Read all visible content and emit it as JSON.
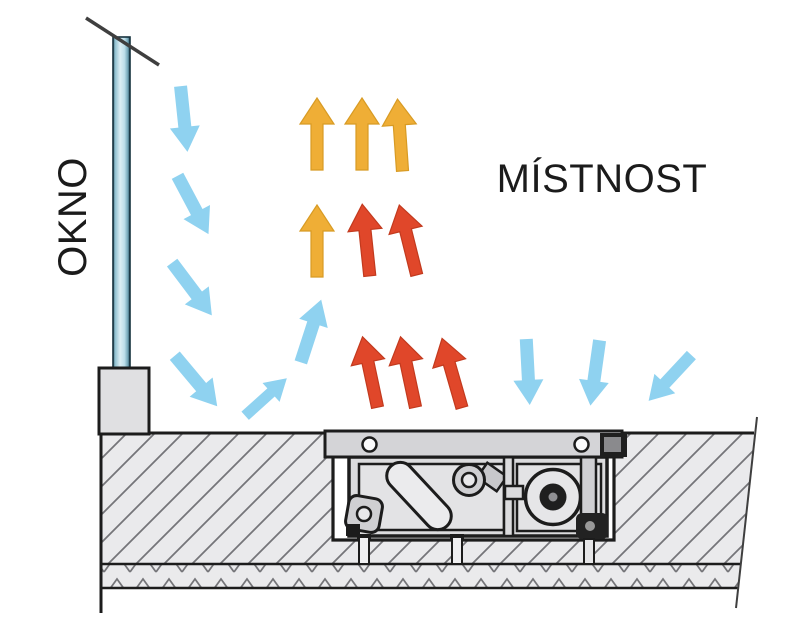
{
  "labels": {
    "window": "OKNO",
    "room": "MÍSTNOST"
  },
  "colors": {
    "background": "#FFFFFF",
    "cold_air": "#8FD2F0",
    "warm_air": "#EFAE36",
    "hot_air": "#E0472A",
    "outline": "#1c1c1c",
    "floor_fill": "#EAEAEC",
    "hatch_line": "#757579",
    "metal_light": "#DBDBDD",
    "glass_light": "#DCEEF4",
    "glass_dark": "#1C3A47"
  },
  "air_flows": [
    {
      "id": "cold-air-falling-at-window",
      "color_key": "cold_air",
      "arrow_count": 4
    },
    {
      "id": "cold-air-curving-upward",
      "color_key": "cold_air",
      "arrow_count": 2
    },
    {
      "id": "warm-air-rising",
      "color_key": "warm_air",
      "arrow_count": 4
    },
    {
      "id": "hot-air-rising-from-convector",
      "color_key": "hot_air",
      "arrow_count": 5
    },
    {
      "id": "room-air-descending-to-convector",
      "color_key": "cold_air",
      "arrow_count": 3
    }
  ]
}
